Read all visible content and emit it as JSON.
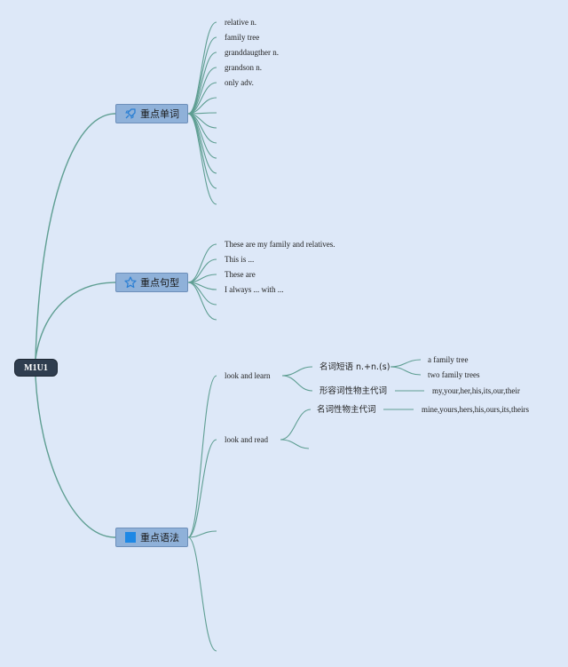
{
  "root": {
    "label": "M1U1"
  },
  "topics": [
    {
      "label": "重点单词",
      "icon": "rocket-icon",
      "items": [
        "relative n.",
        "family tree",
        "granddaugther n.",
        "grandson n.",
        "only adv."
      ]
    },
    {
      "label": "重点句型",
      "icon": "star-icon",
      "items": [
        "These are my family and relatives.",
        "This is ...",
        "These are",
        "I always ... with ..."
      ]
    },
    {
      "label": "重点语法",
      "icon": "square-icon",
      "items": [
        {
          "label": "look and learn",
          "children": [
            {
              "label": "名词短语 n.+n.(s)",
              "children": [
                "a family tree",
                "two family trees"
              ]
            },
            {
              "label": "形容词性物主代词",
              "children": [
                "my,your,her,his,its,our,their"
              ]
            }
          ]
        },
        {
          "label": "look and read",
          "children": [
            {
              "label": "名词性物主代词",
              "children": [
                "mine,yours,hers,his,ours,its,theirs"
              ]
            }
          ]
        }
      ]
    }
  ],
  "colors": {
    "background": "#dde8f8",
    "branch": "#5e9e92",
    "root_fill": "#2f3d4f",
    "topic_fill": "#8fb1d9"
  }
}
